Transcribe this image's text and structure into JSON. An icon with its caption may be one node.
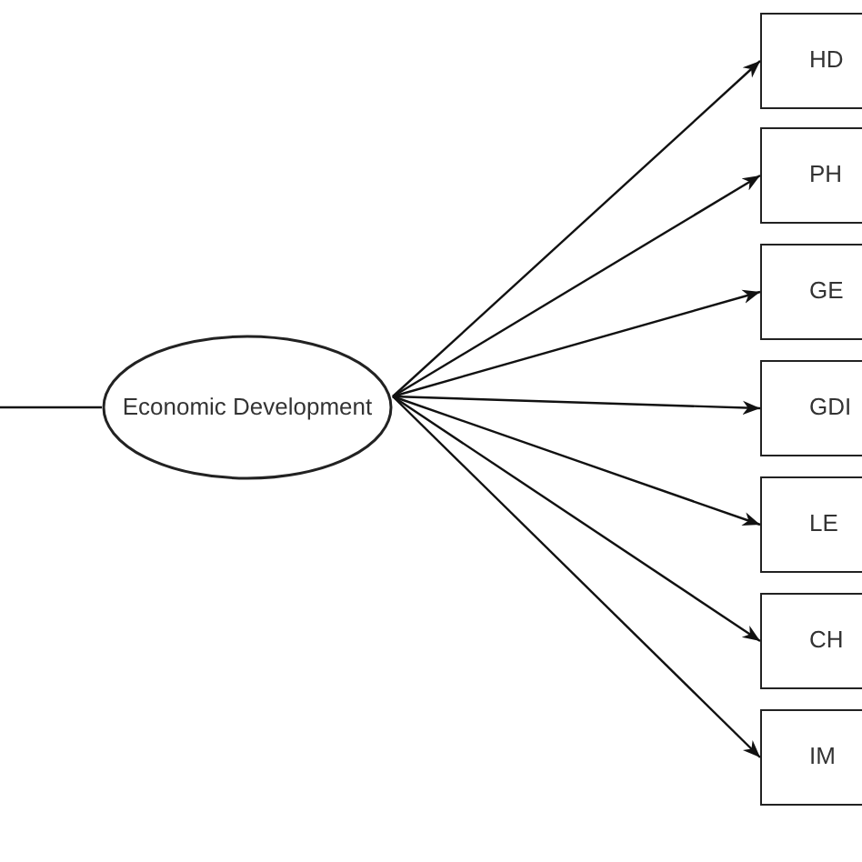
{
  "diagram": {
    "nodes": [
      {
        "text": [
          "Economic Development"
        ]
      },
      {
        "text": [
          "HD"
        ]
      },
      {
        "text": [
          "PH"
        ]
      },
      {
        "text": [
          "GE"
        ]
      },
      {
        "text": [
          "GDI"
        ]
      },
      {
        "text": [
          "LE"
        ]
      },
      {
        "text": [
          "CH"
        ]
      },
      {
        "text": [
          "IM"
        ]
      }
    ],
    "edges": [
      {
        "from": null,
        "to": 0,
        "arrow": "none"
      },
      {
        "from": 0,
        "to": 1,
        "arrow": "to"
      },
      {
        "from": 0,
        "to": 2,
        "arrow": "to"
      },
      {
        "from": 0,
        "to": 3,
        "arrow": "to"
      },
      {
        "from": 0,
        "to": 4,
        "arrow": "to"
      },
      {
        "from": 0,
        "to": 5,
        "arrow": "to"
      },
      {
        "from": 0,
        "to": 6,
        "arrow": "to"
      },
      {
        "from": 0,
        "to": 7,
        "arrow": "to"
      }
    ]
  }
}
